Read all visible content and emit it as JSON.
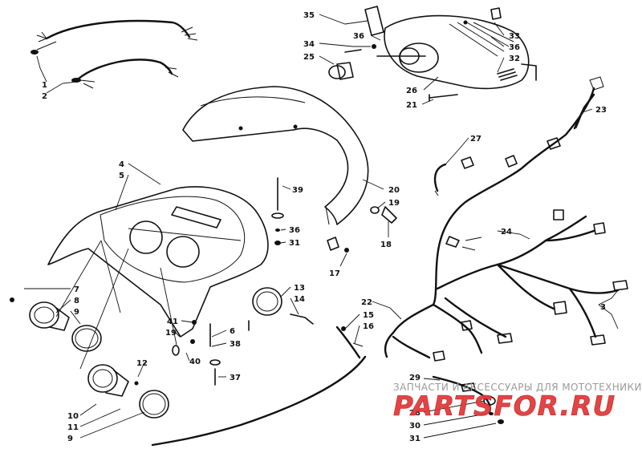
{
  "callouts": [
    {
      "id": "c1",
      "text": "1"
    },
    {
      "id": "c2",
      "text": "2"
    },
    {
      "id": "c35",
      "text": "35"
    },
    {
      "id": "c34",
      "text": "34"
    },
    {
      "id": "c36a",
      "text": "36"
    },
    {
      "id": "c25",
      "text": "25"
    },
    {
      "id": "c33",
      "text": "33"
    },
    {
      "id": "c36b",
      "text": "36"
    },
    {
      "id": "c32",
      "text": "32"
    },
    {
      "id": "c26",
      "text": "26"
    },
    {
      "id": "c21",
      "text": "21"
    },
    {
      "id": "c23",
      "text": "23"
    },
    {
      "id": "c27",
      "text": "27"
    },
    {
      "id": "c4",
      "text": "4"
    },
    {
      "id": "c5",
      "text": "5"
    },
    {
      "id": "c39",
      "text": "39"
    },
    {
      "id": "c20",
      "text": "20"
    },
    {
      "id": "c19a",
      "text": "19"
    },
    {
      "id": "c36c",
      "text": "36"
    },
    {
      "id": "c31a",
      "text": "31"
    },
    {
      "id": "c18",
      "text": "18"
    },
    {
      "id": "c24",
      "text": "24"
    },
    {
      "id": "c17",
      "text": "17"
    },
    {
      "id": "c13",
      "text": "13"
    },
    {
      "id": "c14",
      "text": "14"
    },
    {
      "id": "c7",
      "text": "7"
    },
    {
      "id": "c8",
      "text": "8"
    },
    {
      "id": "c9a",
      "text": "9"
    },
    {
      "id": "c22",
      "text": "22"
    },
    {
      "id": "c3",
      "text": "3"
    },
    {
      "id": "c41",
      "text": "41"
    },
    {
      "id": "c15",
      "text": "15"
    },
    {
      "id": "c16",
      "text": "16"
    },
    {
      "id": "c19b",
      "text": "19"
    },
    {
      "id": "c6",
      "text": "6"
    },
    {
      "id": "c38",
      "text": "38"
    },
    {
      "id": "c40",
      "text": "40"
    },
    {
      "id": "c12",
      "text": "12"
    },
    {
      "id": "c37",
      "text": "37"
    },
    {
      "id": "c29",
      "text": "29"
    },
    {
      "id": "c10",
      "text": "10"
    },
    {
      "id": "c11",
      "text": "11"
    },
    {
      "id": "c9b",
      "text": "9"
    },
    {
      "id": "c28",
      "text": "28"
    },
    {
      "id": "c30",
      "text": "30"
    },
    {
      "id": "c31b",
      "text": "31"
    }
  ],
  "watermark": {
    "tagline": "ЗАПЧАСТИ И АКСЕССУАРЫ ДЛЯ МОТОТЕХНИКИ",
    "logo": "PARTSFOR.RU"
  }
}
